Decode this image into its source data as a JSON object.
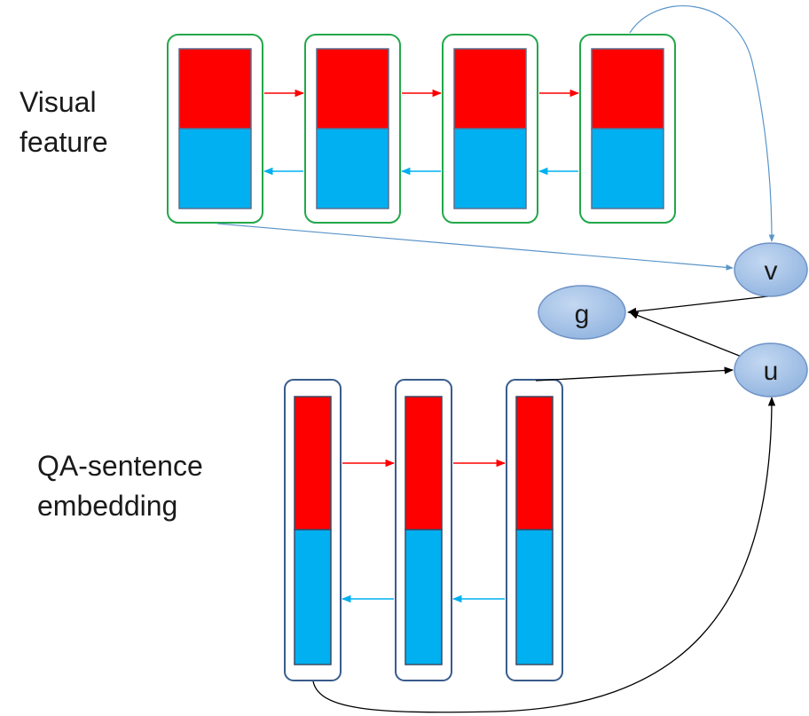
{
  "labels": {
    "visual_line1": "Visual",
    "visual_line2": "feature",
    "qa_line1": "QA-sentence",
    "qa_line2": "embedding"
  },
  "nodes": {
    "v": "v",
    "u": "u",
    "g": "g"
  },
  "colors": {
    "red": "#ff0000",
    "blue": "#00b0f0",
    "visual_frame": "#22a84a",
    "qa_frame": "#3a5c8c",
    "node_fill": "#a8c4e8",
    "node_stroke": "#6f93c6",
    "light_arrow": "#5b95c9",
    "dark_arrow": "#000000"
  }
}
